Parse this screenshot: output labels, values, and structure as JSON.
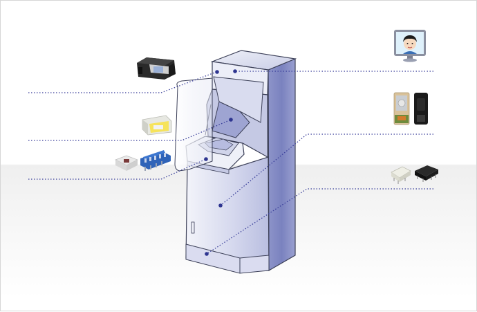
{
  "diagram": {
    "subject": "kiosk-terminal",
    "style": {
      "leader_color": "#3a3f9a",
      "dot_color": "#2e3590",
      "body_tint": "#c3c7e3",
      "body_shadow": "#8c92c6",
      "outline": "#3b3f57"
    },
    "left_components": [
      {
        "id": "card-reader",
        "icon": "card-reader-module-icon"
      },
      {
        "id": "sensor-board",
        "icon": "sensor-module-icon"
      },
      {
        "id": "connector-set",
        "icon": "connector-parts-icon"
      }
    ],
    "right_components": [
      {
        "id": "display-monitor",
        "icon": "monitor-with-face-icon"
      },
      {
        "id": "switch-parts",
        "icon": "switch-parts-icon"
      },
      {
        "id": "relay-parts",
        "icon": "relay-parts-icon"
      }
    ]
  }
}
